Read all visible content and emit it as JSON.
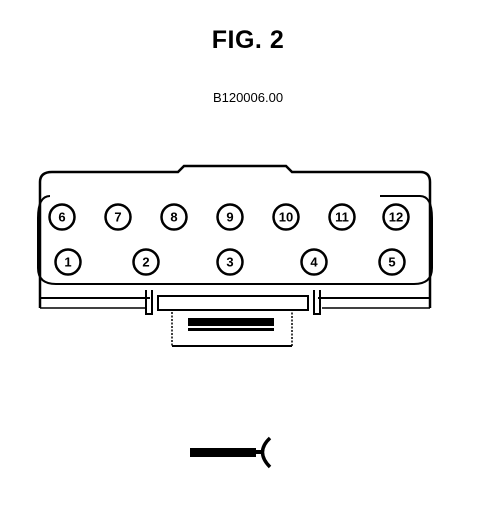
{
  "figure": {
    "title": "FIG. 2",
    "code": "B120006.00"
  },
  "connector": {
    "pins_top": [
      "6",
      "7",
      "8",
      "9",
      "10",
      "11",
      "12"
    ],
    "pins_bottom": [
      "1",
      "2",
      "3",
      "4",
      "5"
    ]
  },
  "symbol": {
    "icon": "connector-terminal-symbol-icon"
  }
}
